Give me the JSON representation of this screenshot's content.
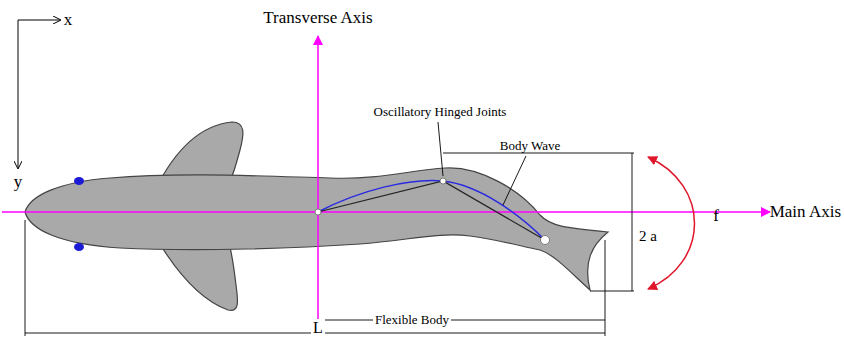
{
  "diagram": {
    "labels": [
      "Transverse Axis",
      "x",
      "y",
      "Oscillatory Hinged Joints",
      "Body Wave",
      "Main Axis",
      "2 a",
      "f",
      "Flexible Body",
      "L"
    ]
  }
}
